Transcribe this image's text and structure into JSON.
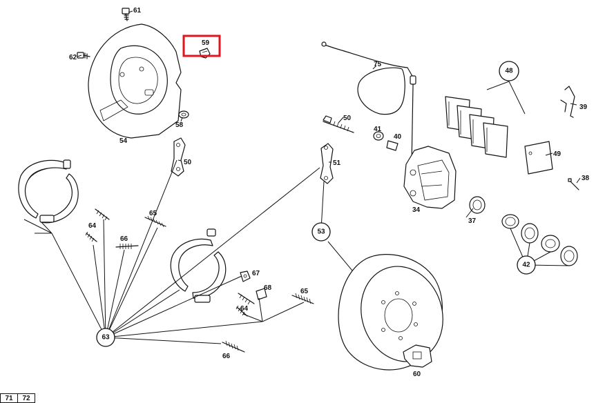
{
  "diagram": {
    "callouts": {
      "c61": "61",
      "c62": "62",
      "c59": "59",
      "c58": "58",
      "c54": "54",
      "c50a": "50",
      "c75": "75",
      "c48": "48",
      "c39": "39",
      "c50b": "50",
      "c41": "41",
      "c40": "40",
      "c51": "51",
      "c49": "49",
      "c38": "38",
      "c34": "34",
      "c37": "37",
      "c53": "53",
      "c42": "42",
      "c65a": "65",
      "c64a": "64",
      "c66a": "66",
      "c67": "67",
      "c68": "68",
      "c65b": "65",
      "c64b": "64",
      "c63": "63",
      "c66b": "66",
      "c60": "60"
    },
    "highlighted_part": "59",
    "highlight_color": "#e0161e"
  },
  "pagination": {
    "pages": [
      "71",
      "72"
    ]
  }
}
